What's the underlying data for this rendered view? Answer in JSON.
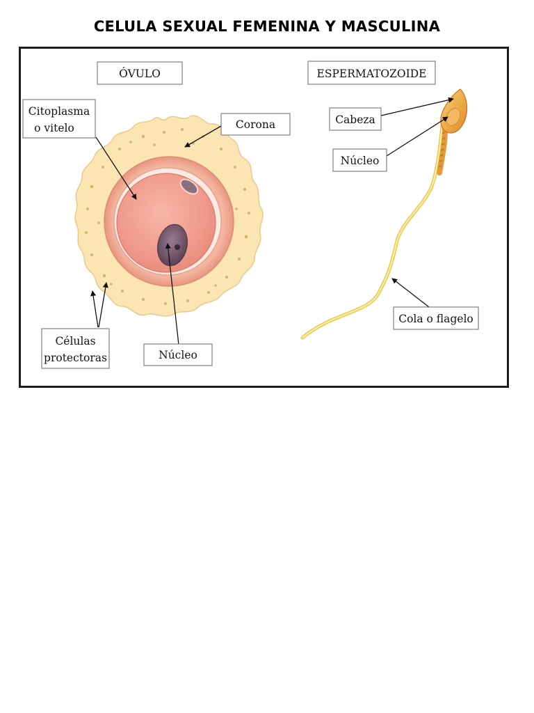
{
  "page": {
    "title": "CELULA SEXUAL FEMENINA Y MASCULINA"
  },
  "diagram": {
    "ovulo_heading": "ÓVULO",
    "esperma_heading": "ESPERMATOZOIDE",
    "labels": {
      "citoplasma_line1": "Citoplasma",
      "citoplasma_line2": "o vitelo",
      "corona": "Corona",
      "celulas_line1": "Células",
      "celulas_line2": "protectoras",
      "nucleo_ovulo": "Núcleo",
      "cabeza": "Cabeza",
      "nucleo_esperma": "Núcleo",
      "cola": "Cola o flagelo"
    }
  },
  "colors": {
    "corona_fill": "#fbe7b4",
    "corona_dots": "#e2bf80",
    "zona_ring": "#f0a894",
    "cytoplasm": "#f29f8d",
    "nucleus": "#7a5a6f",
    "sperm_head": "#f3a53d",
    "tail": "#f2dc6a"
  }
}
